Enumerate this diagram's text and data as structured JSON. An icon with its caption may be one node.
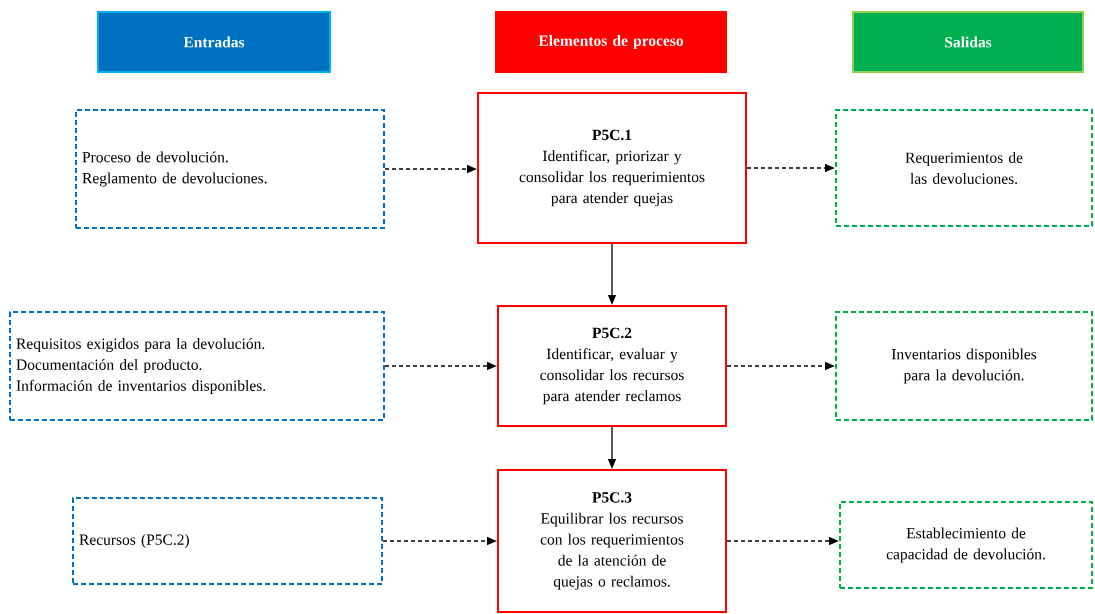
{
  "diagram": {
    "nodes": [
      {
        "text": [
          "Entradas"
        ]
      },
      {
        "text": [
          "Elementos de proceso"
        ]
      },
      {
        "text": [
          "Salidas"
        ]
      },
      {
        "text": [
          "Proceso de devolución.",
          "Reglamento de devoluciones."
        ]
      },
      {
        "text": [
          "P5C.1",
          "Identificar, priorizar y consolidar los requerimientos para atender quejas"
        ]
      },
      {
        "text": [
          "Requerimientos de las devoluciones."
        ]
      },
      {
        "text": [
          "Requisitos exigidos para la devolución.",
          "Documentación del producto.",
          "Información de inventarios disponibles."
        ]
      },
      {
        "text": [
          "P5C.2",
          "Identificar, evaluar y consolidar los recursos para atender reclamos"
        ]
      },
      {
        "text": [
          "Inventarios disponibles para la devolución."
        ]
      },
      {
        "text": [
          "Recursos (P5C.2)"
        ]
      },
      {
        "text": [
          "P5C.3",
          "Equilibrar los recursos con los requerimientos de la atención de quejas o reclamos."
        ]
      },
      {
        "text": [
          "Establecimiento de capacidad de devolución."
        ]
      }
    ],
    "edges": [
      {
        "from": 3,
        "to": 4,
        "arrow": "to",
        "style": "dashed"
      },
      {
        "from": 4,
        "to": 5,
        "arrow": "to",
        "style": "dashed"
      },
      {
        "from": 4,
        "to": 7,
        "arrow": "to"
      },
      {
        "from": 6,
        "to": 7,
        "arrow": "to",
        "style": "dashed"
      },
      {
        "from": 7,
        "to": 8,
        "arrow": "to",
        "style": "dashed"
      },
      {
        "from": 7,
        "to": 10,
        "arrow": "to"
      },
      {
        "from": 9,
        "to": 10,
        "arrow": "to",
        "style": "dashed"
      },
      {
        "from": 10,
        "to": 11,
        "arrow": "to",
        "style": "dashed"
      }
    ]
  }
}
